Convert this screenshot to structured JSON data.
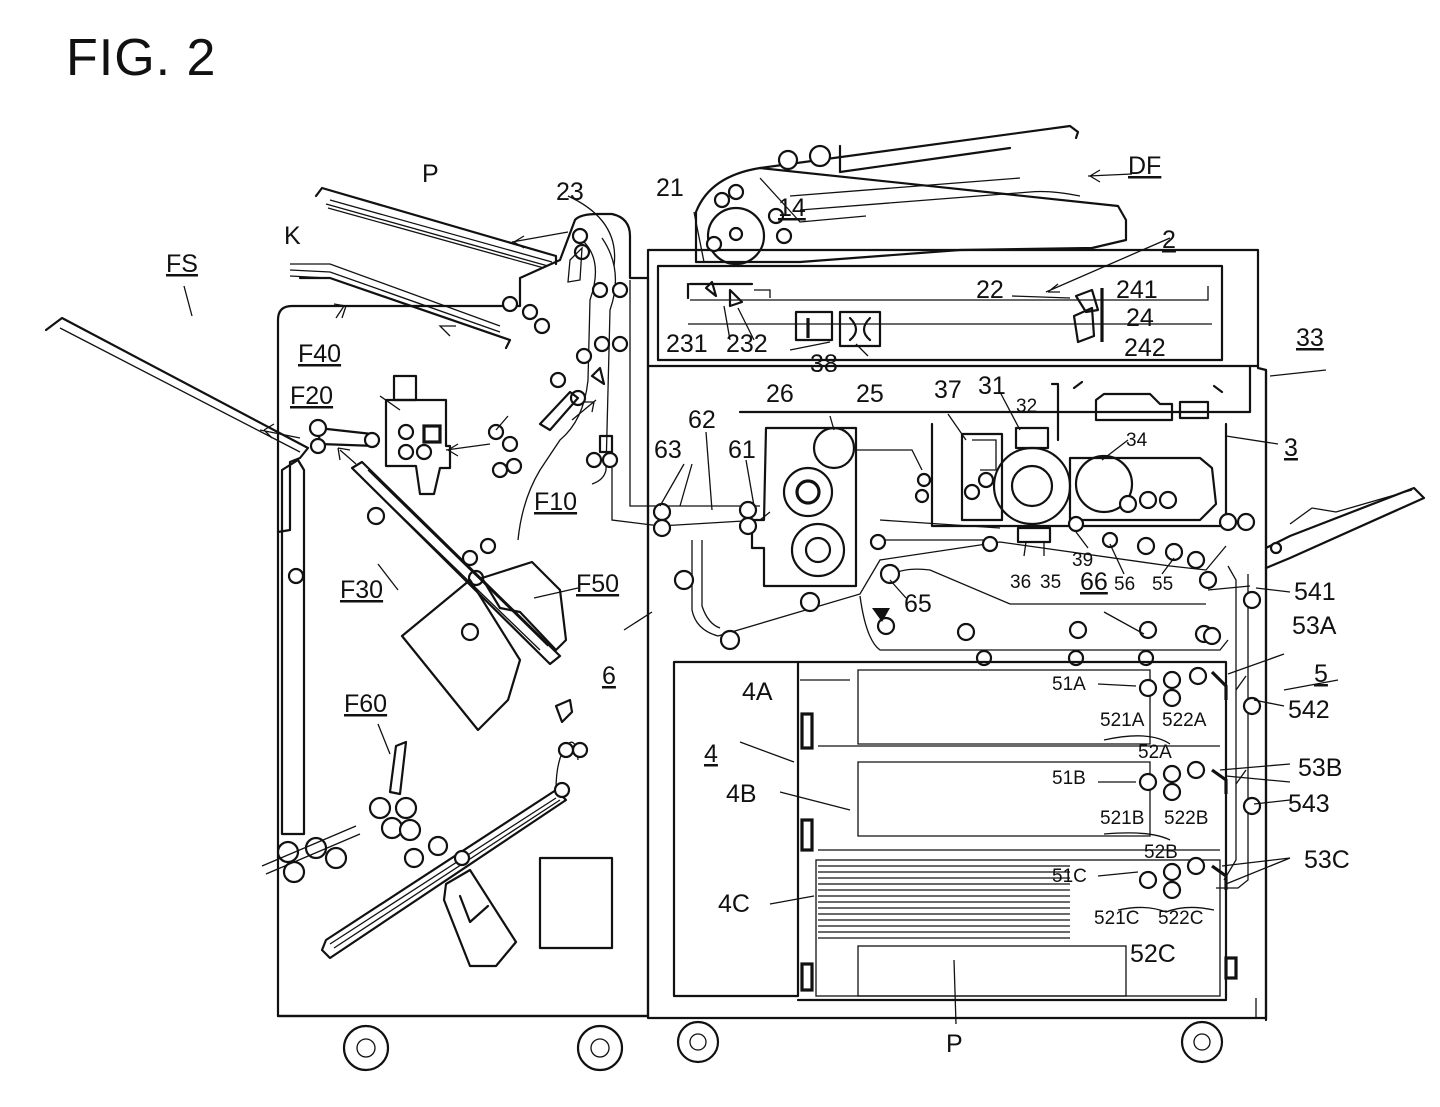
{
  "figure": {
    "title": "FIG. 2"
  },
  "labels": {
    "DF": "DF",
    "FS": "FS",
    "P_top": "P",
    "K": "K",
    "n2": "2",
    "n3": "3",
    "n4": "4",
    "n5": "5",
    "n6": "6",
    "n14": "14",
    "n21": "21",
    "n22": "22",
    "n23": "23",
    "n231": "231",
    "n232": "232",
    "n24": "24",
    "n241": "241",
    "n242": "242",
    "n25": "25",
    "n26": "26",
    "n31": "31",
    "n32": "32",
    "n33": "33",
    "n34": "34",
    "n35": "35",
    "n36": "36",
    "n37": "37",
    "n38": "38",
    "n39": "39",
    "n55": "55",
    "n56": "56",
    "n61": "61",
    "n62": "62",
    "n63": "63",
    "n65": "65",
    "n66": "66",
    "F10": "F10",
    "F20": "F20",
    "F30": "F30",
    "F40": "F40",
    "F50": "F50",
    "F60": "F60",
    "n4A": "4A",
    "n4B": "4B",
    "n4C": "4C",
    "n51A": "51A",
    "n51B": "51B",
    "n51C": "51C",
    "n521A": "521A",
    "n521B": "521B",
    "n521C": "521C",
    "n522A": "522A",
    "n522B": "522B",
    "n522C": "522C",
    "n52A": "52A",
    "n52B": "52B",
    "n52C": "52C",
    "n53A": "53A",
    "n53B": "53B",
    "n53C": "53C",
    "n541": "541",
    "n542": "542",
    "n543": "543",
    "P_bottom": "P"
  }
}
